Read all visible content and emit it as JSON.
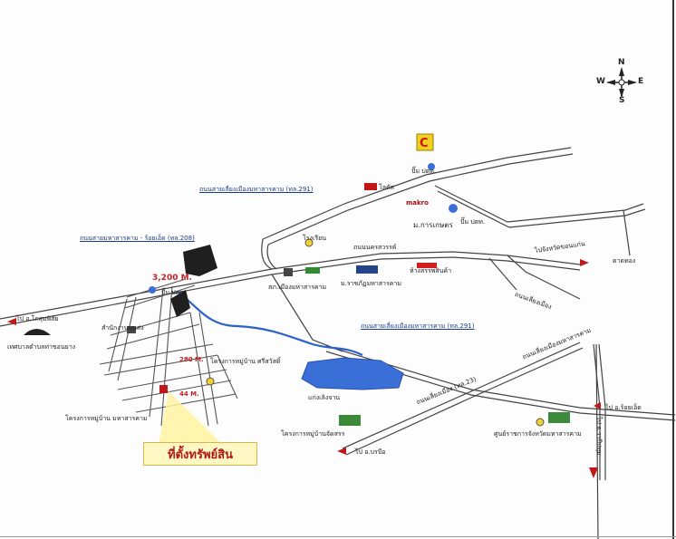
{
  "compass": {
    "n": "N",
    "s": "S",
    "e": "E",
    "w": "W"
  },
  "distances": {
    "main": "3,200 M.",
    "d2": "280 M.",
    "d3": "44 M."
  },
  "callout": {
    "text": "ที่ตั้งทรัพย์สิน"
  },
  "labels": {
    "road_top": "ถนนสายเลี่ยงเมืองมหาสารคาม (ทล.291)",
    "road_left": "ถนนสายมหาสารคาม - ร้อยเอ็ด (ทล.208)",
    "road_center": "ถนนสายเลี่ยงเมืองมหาสารคาม (ทล.291)",
    "road_mid": "ถนนนครสวรรค์",
    "road_bottom": "ถนนเลี่ยงเมือง (ทล.23)",
    "pump1": "ปั๊ม ปตท.",
    "pump2": "ปั๊ม ปตท.",
    "pump3": "ปั๊ม ปตท.",
    "makro": "makro",
    "lotus": "โลตัส",
    "kasikorn": "ม.การเกษตร",
    "left_town": "ไป อ.โกสุมพิสัย",
    "left_temple": "เทศบาลตำบลท่าขอนยาง",
    "left_office": "สำนักงานขนส่ง",
    "reservoir": "แก่งเลิงจาน",
    "village1": "โครงการหมู่บ้านจัดสรร",
    "village2": "โครงการหมู่บ้าน มหาสารคาม",
    "village3": "โครงการหมู่บ้าน ศรีสวัสดิ์",
    "bottom_left": "ไป อ.บรบือ",
    "right_kantharawichai": "ไป อ.ร้อยเอ็ด",
    "right_admin": "ศูนย์ราชการจังหวัดมหาสารคาม",
    "right_far": "ไป อ.วาปีปทุม",
    "right_top": "ไปจังหวัดขอนแก่น",
    "police": "สภ.เมืองมหาสารคาม",
    "school": "โรงเรียน",
    "hospital": "ม.ราชภัฏมหาสารคาม",
    "market": "ห้างสรรพสินค้า",
    "right_road": "ถนนเลี่ยงเมืองมหาสารคาม",
    "right_road2": "ถนนเลี่ยงเมือง",
    "right_place": "ตาดทอง"
  }
}
